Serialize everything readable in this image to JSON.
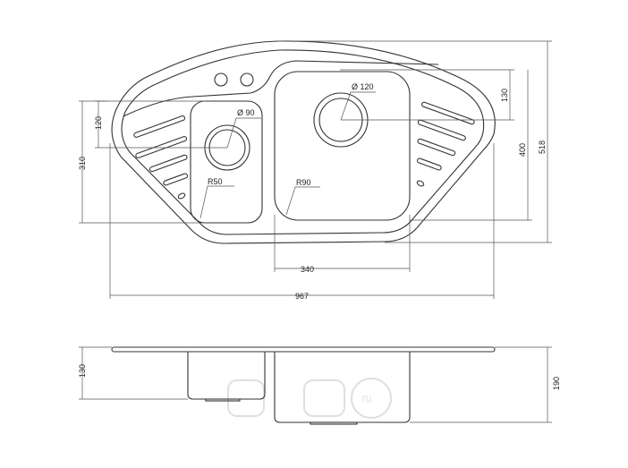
{
  "drawing": {
    "top_view": {
      "dimensions": {
        "overall_width": "967",
        "overall_depth": "518",
        "big_bowl_width": "340",
        "big_bowl_depth": "400",
        "big_drain_offset": "130",
        "small_bowl_depth": "310",
        "small_drain_offset": "120"
      },
      "labels": {
        "small_drain": "Ø 90",
        "big_drain": "Ø 120",
        "small_radius": "R50",
        "big_radius": "R90"
      }
    },
    "side_view": {
      "dimensions": {
        "small_bowl_height": "130",
        "big_bowl_height": "190"
      }
    },
    "watermark": "ru"
  }
}
